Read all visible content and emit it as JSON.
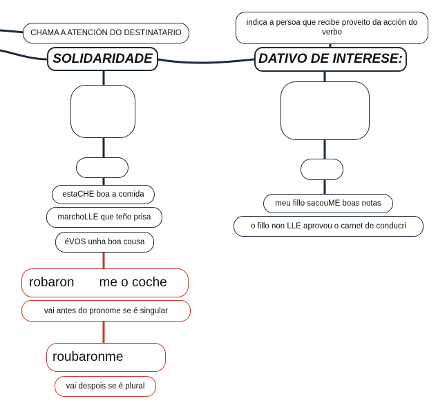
{
  "nodes": {
    "attention": "CHAMA A ATENCIÓN DO DESTINATARIO",
    "solidaridade": "SOLIDARIDADE",
    "dativo_interese": "DATIVO DE INTERESE:",
    "dativo_desc": "indica a persoa que recibe proveito da acción do verbo",
    "ex1": "estaCHE boa a comida",
    "ex2": "marchoLLE que teño prisa",
    "ex3": "éVOS unha boa cousa",
    "robaron": "robaron",
    "me_o_coche": "me o coche",
    "note_singular": "vai antes do pronome  se é singular",
    "roubaronme": "roubaronme",
    "note_plural": "vai despois se é plural",
    "ex4": "meu fillo sacouME boas notas",
    "ex5": "o fillo non LLE aprovou o carnet de conducri"
  },
  "colors": {
    "dark_line": "#1c2a39",
    "red_line": "#c83a2e"
  }
}
